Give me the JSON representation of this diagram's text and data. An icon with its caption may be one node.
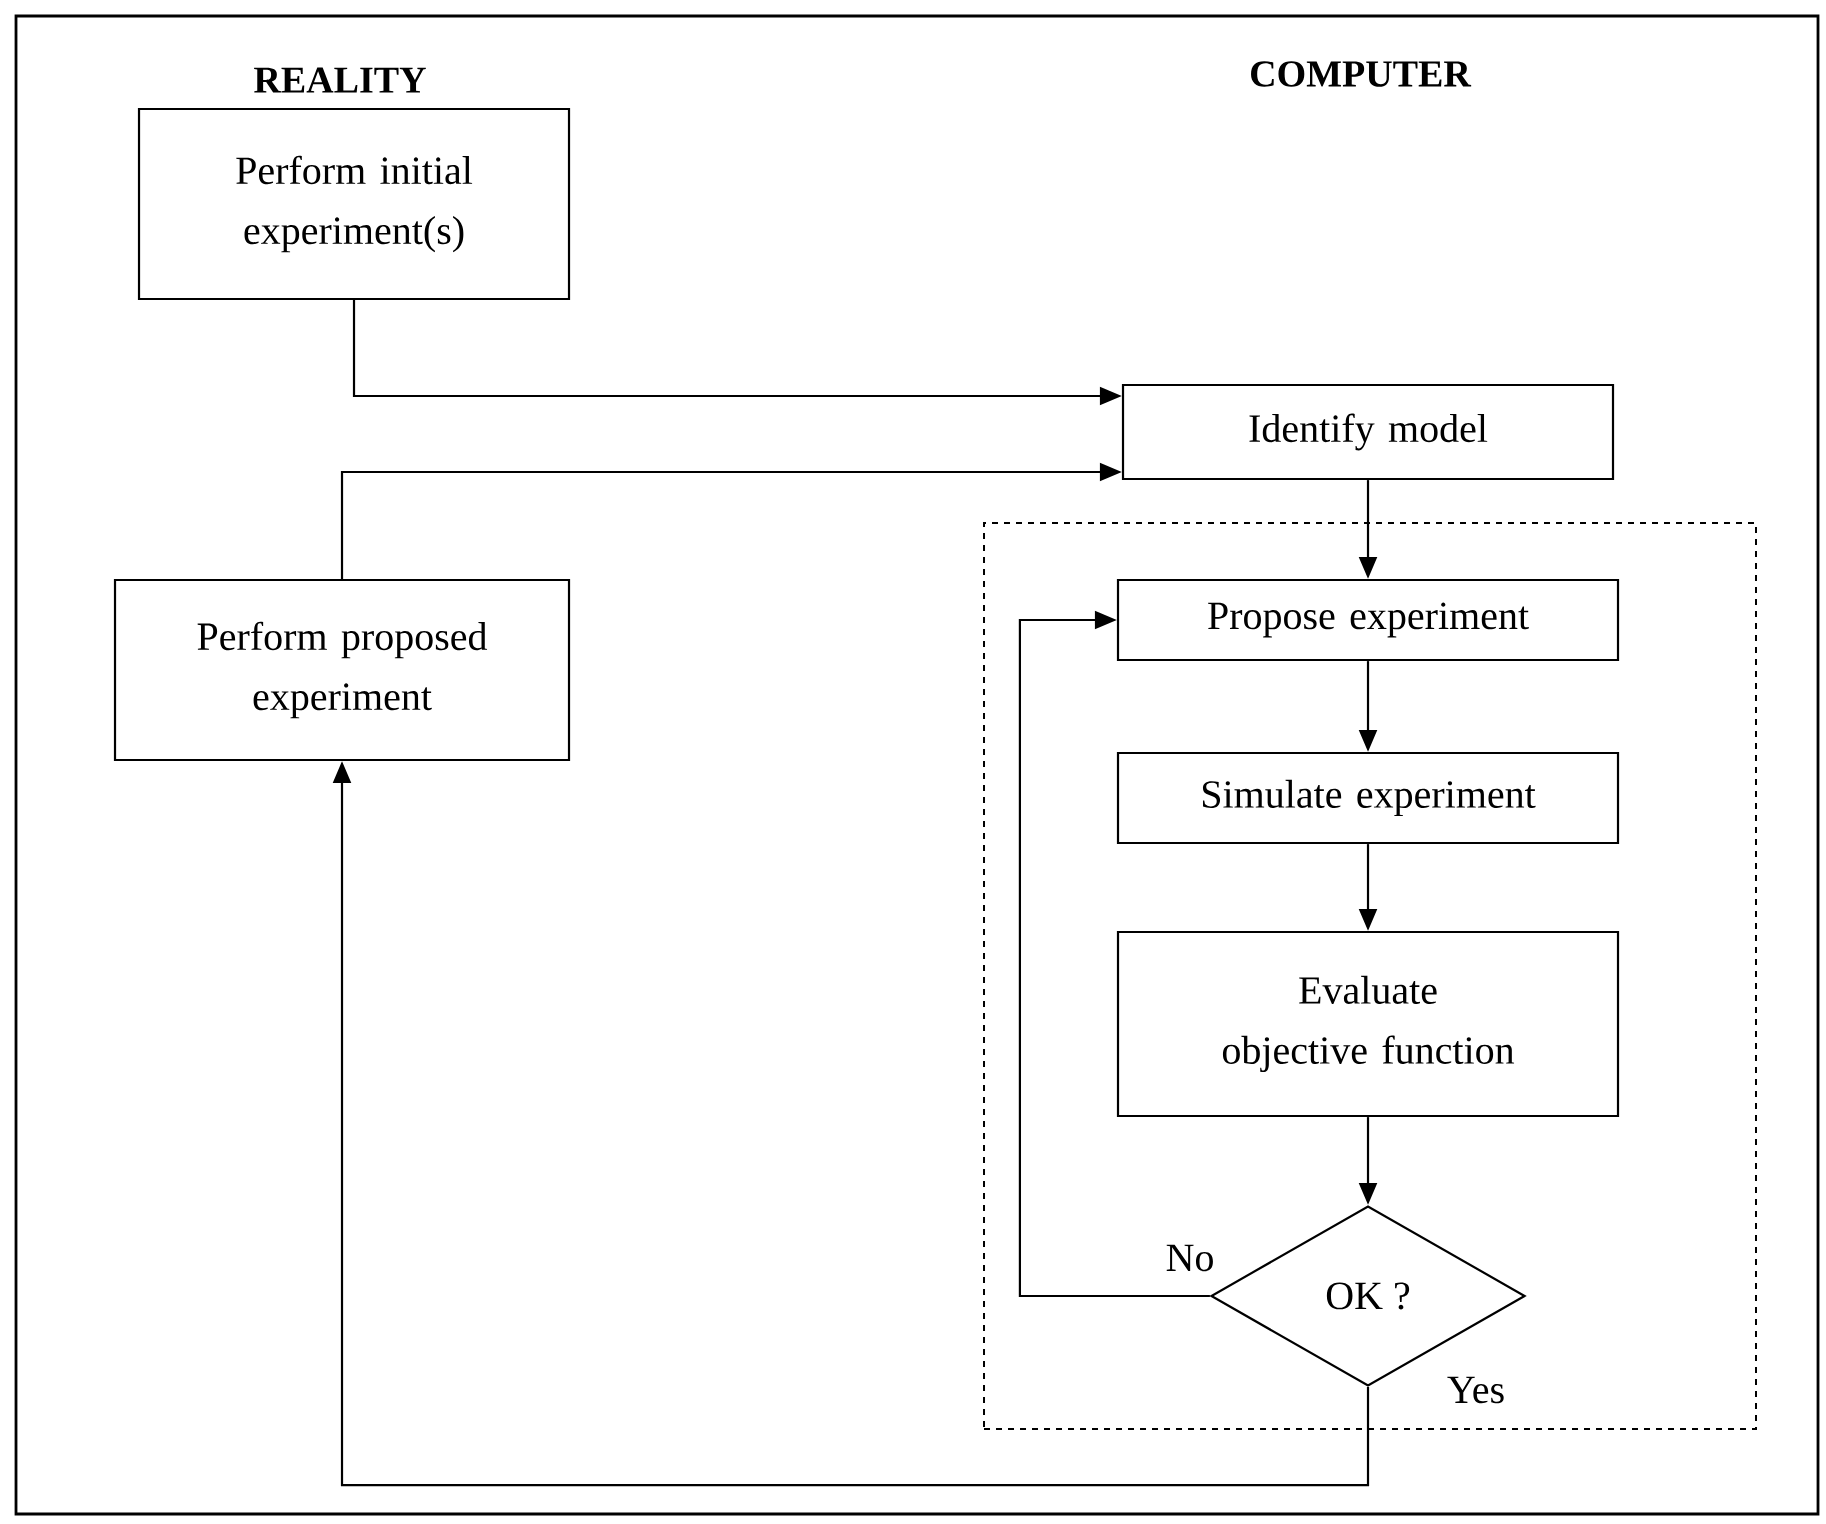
{
  "diagram": {
    "nodes": [
      {
        "text": [
          "Perform initial experiment(s)"
        ]
      },
      {
        "text": [
          "Identify model"
        ]
      },
      {
        "text": [
          "Perform proposed experiment"
        ]
      },
      {
        "text": [],
        "shape": "box"
      },
      {
        "text": [
          "Propose experiment"
        ],
        "in": 3
      },
      {
        "text": [
          "Simulate experiment"
        ],
        "in": 3
      },
      {
        "text": [
          "Evaluate objective function"
        ],
        "in": 3
      },
      {
        "text": [
          "OK ?"
        ],
        "in": 3
      }
    ],
    "edges": [
      {
        "from": 0,
        "to": 1,
        "arrow": "to"
      },
      {
        "from": 2,
        "to": 1,
        "arrow": "to"
      },
      {
        "from": 1,
        "to": 4,
        "arrow": "to"
      },
      {
        "from": 4,
        "to": 5,
        "arrow": "to"
      },
      {
        "from": 5,
        "to": 6,
        "arrow": "to"
      },
      {
        "from": 6,
        "to": 7,
        "arrow": "to"
      },
      {
        "from": 7,
        "to": 4,
        "arrow": "to",
        "label": "No"
      },
      {
        "from": 7,
        "to": 2,
        "arrow": "to",
        "label": "Yes"
      }
    ],
    "labels": [
      "REALITY",
      "COMPUTER"
    ]
  }
}
